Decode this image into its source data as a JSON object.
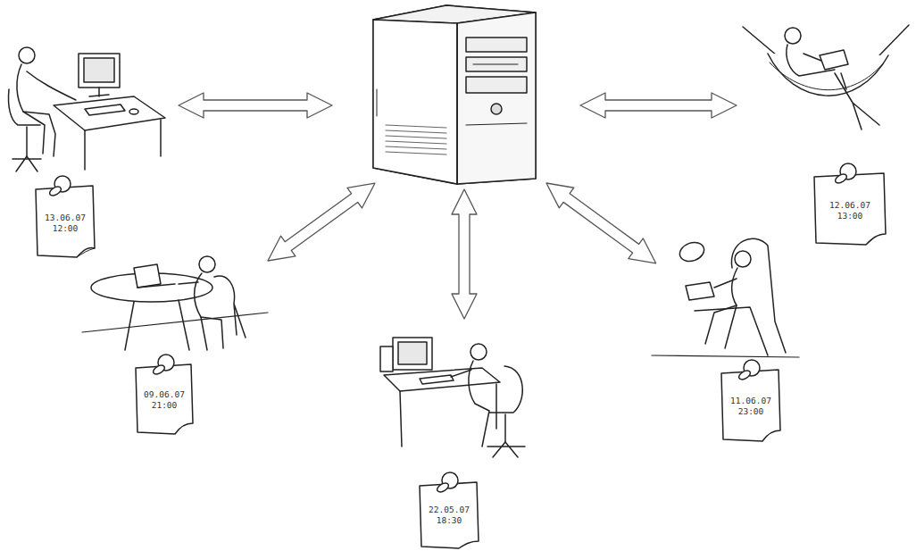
{
  "diagram": {
    "labels": [
      "13.06.07 12:00",
      "12.06.07 13:00",
      "09.06.07 21:00",
      "11.06.07 23:00",
      "22.05.07 18:30"
    ]
  }
}
